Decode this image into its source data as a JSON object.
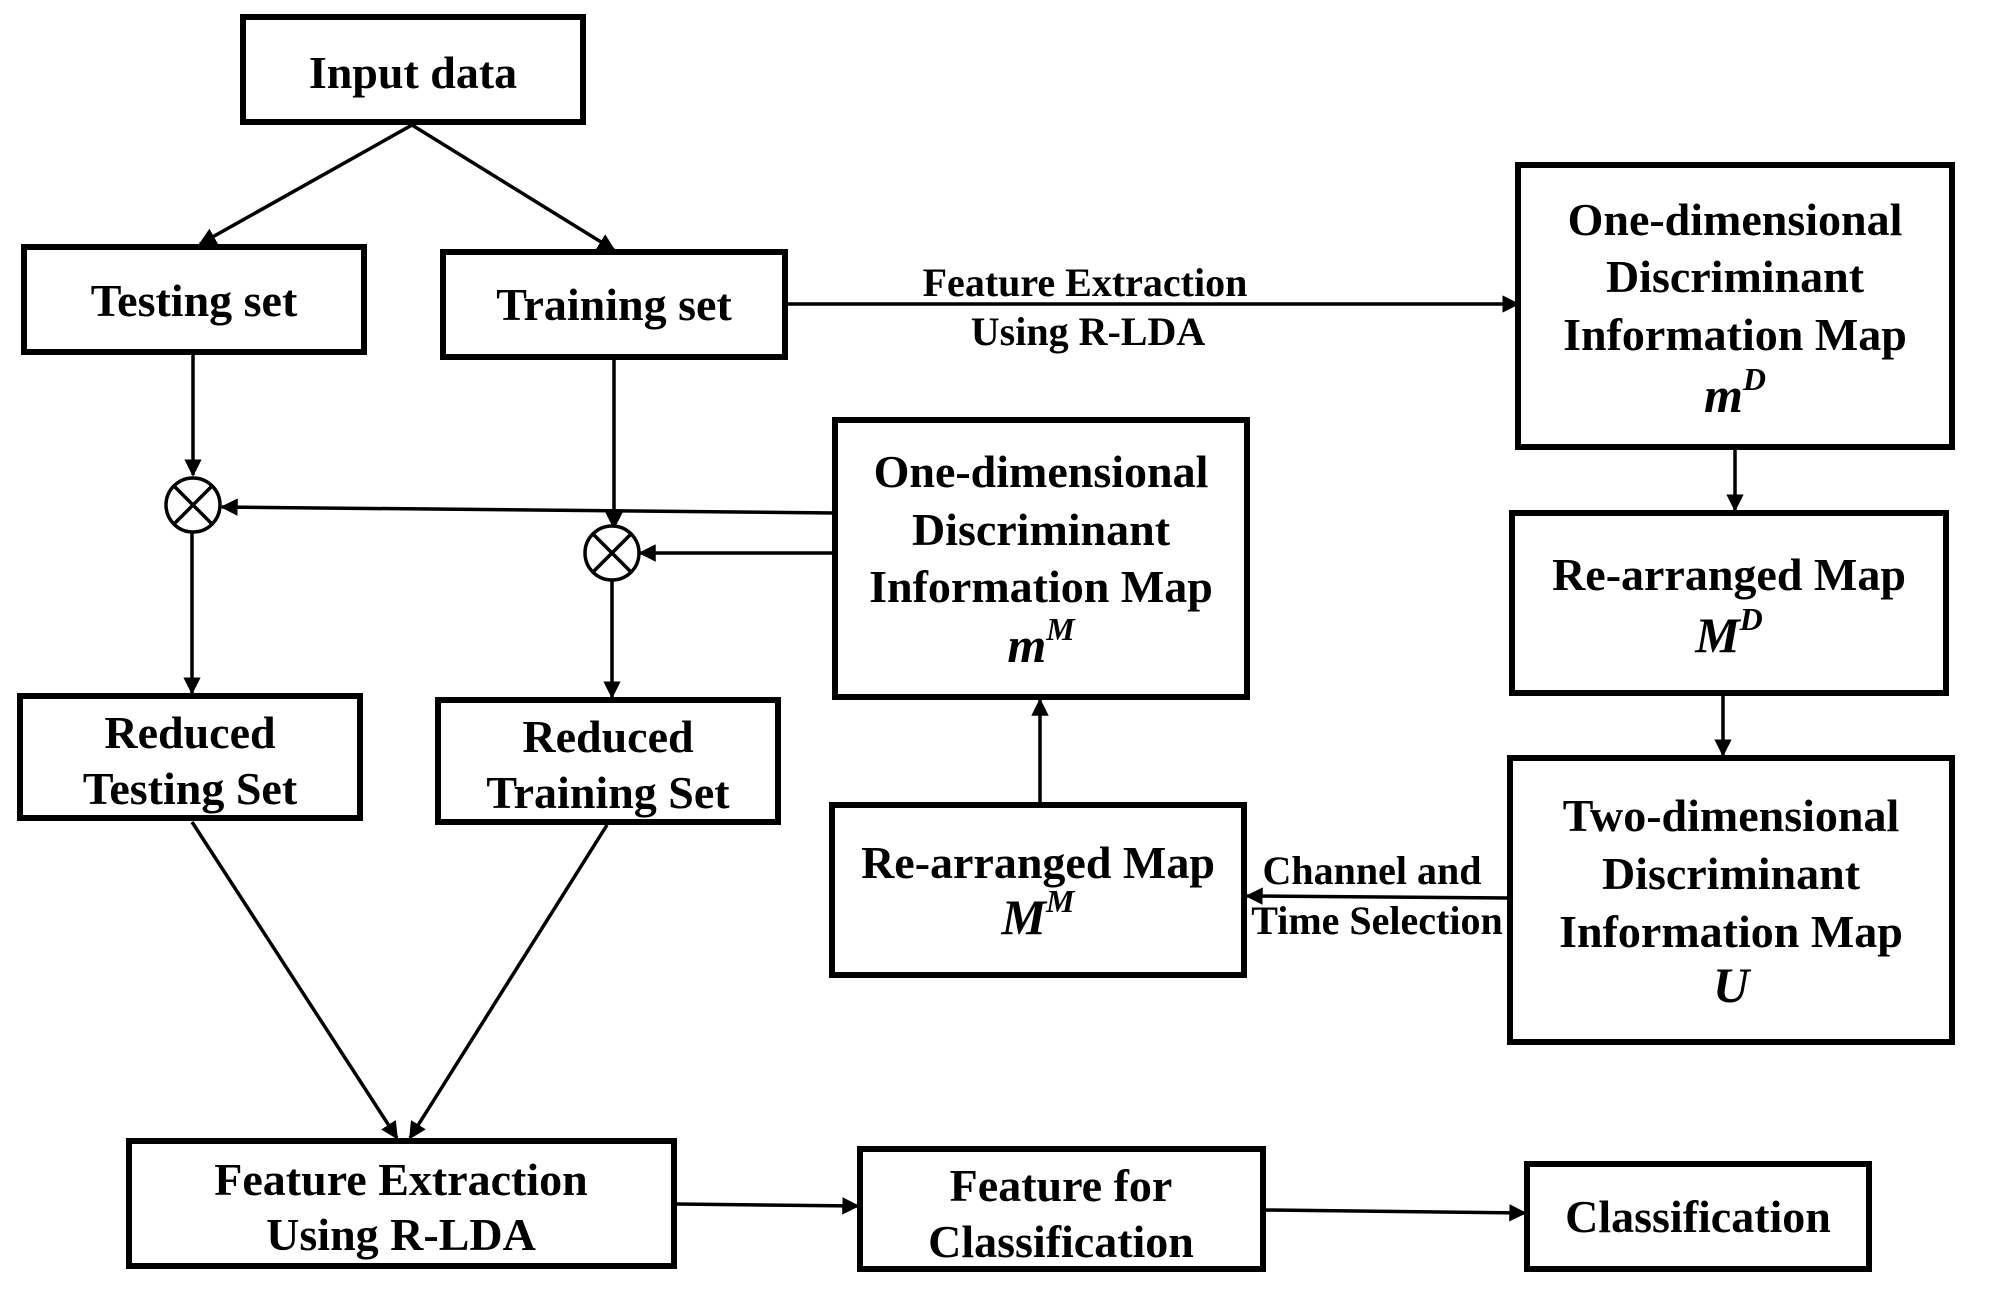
{
  "nodes": {
    "input_data": {
      "label": "Input data"
    },
    "testing_set": {
      "label": "Testing set"
    },
    "training_set": {
      "label": "Training set"
    },
    "one_dim_map_d": {
      "lines": [
        "One-dimensional",
        "Discriminant",
        "Information Map"
      ],
      "symbol": "m",
      "superscript": "D"
    },
    "rearranged_map_d": {
      "label": "Re-arranged Map",
      "symbol": "M",
      "superscript": "D"
    },
    "two_dim_map": {
      "lines": [
        "Two-dimensional",
        "Discriminant",
        "Information Map"
      ],
      "symbol": "U"
    },
    "rearranged_map_m": {
      "label": "Re-arranged Map",
      "symbol": "M",
      "superscript": "M"
    },
    "one_dim_map_m": {
      "lines": [
        "One-dimensional",
        "Discriminant",
        "Information Map"
      ],
      "symbol": "m",
      "superscript": "M"
    },
    "reduced_testing": {
      "lines": [
        "Reduced",
        "Testing Set"
      ]
    },
    "reduced_training": {
      "lines": [
        "Reduced",
        "Training Set"
      ]
    },
    "feature_extraction": {
      "lines": [
        "Feature Extraction",
        "Using R-LDA"
      ]
    },
    "feature_classification": {
      "lines": [
        "Feature for",
        "Classification"
      ]
    },
    "classification": {
      "label": "Classification"
    }
  },
  "edges": {
    "feature_extraction_rlda": [
      "Feature Extraction",
      "Using R-LDA"
    ],
    "channel_time_selection": [
      "Channel and",
      "Time Selection"
    ]
  },
  "multiply_symbol": "⊗"
}
